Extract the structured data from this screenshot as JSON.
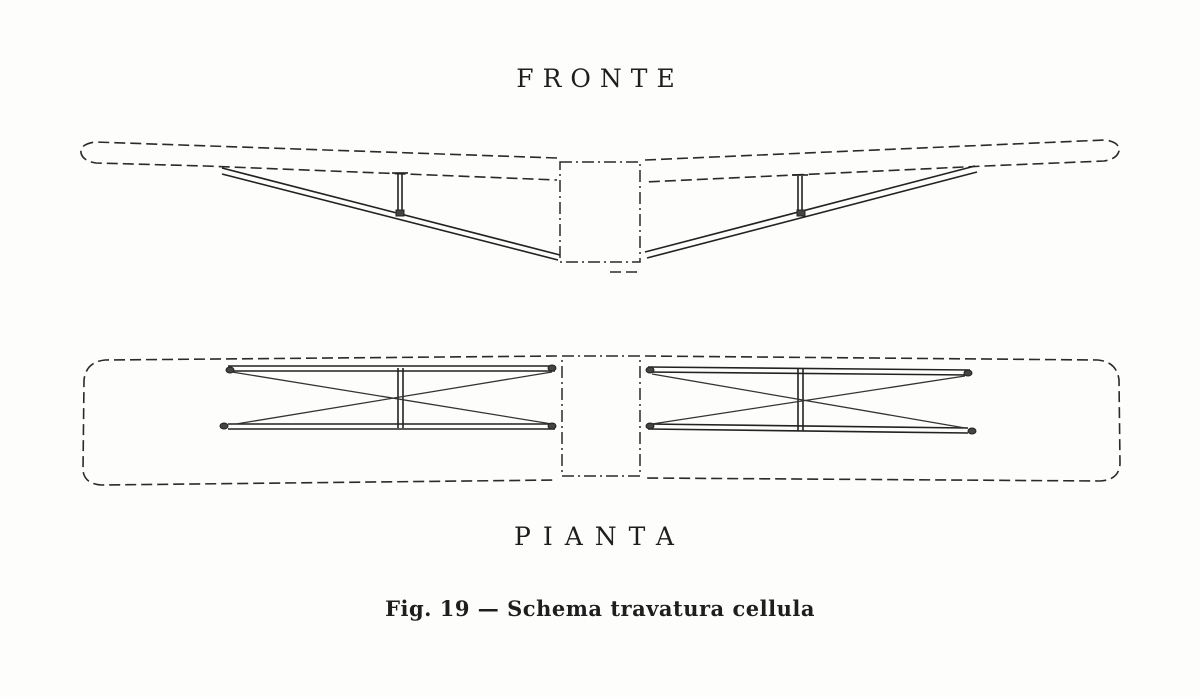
{
  "diagram": {
    "front_view_label": "FRONTE",
    "plan_view_label": "PIANTA",
    "caption": "Fig. 19 — Schema travatura cellula"
  }
}
